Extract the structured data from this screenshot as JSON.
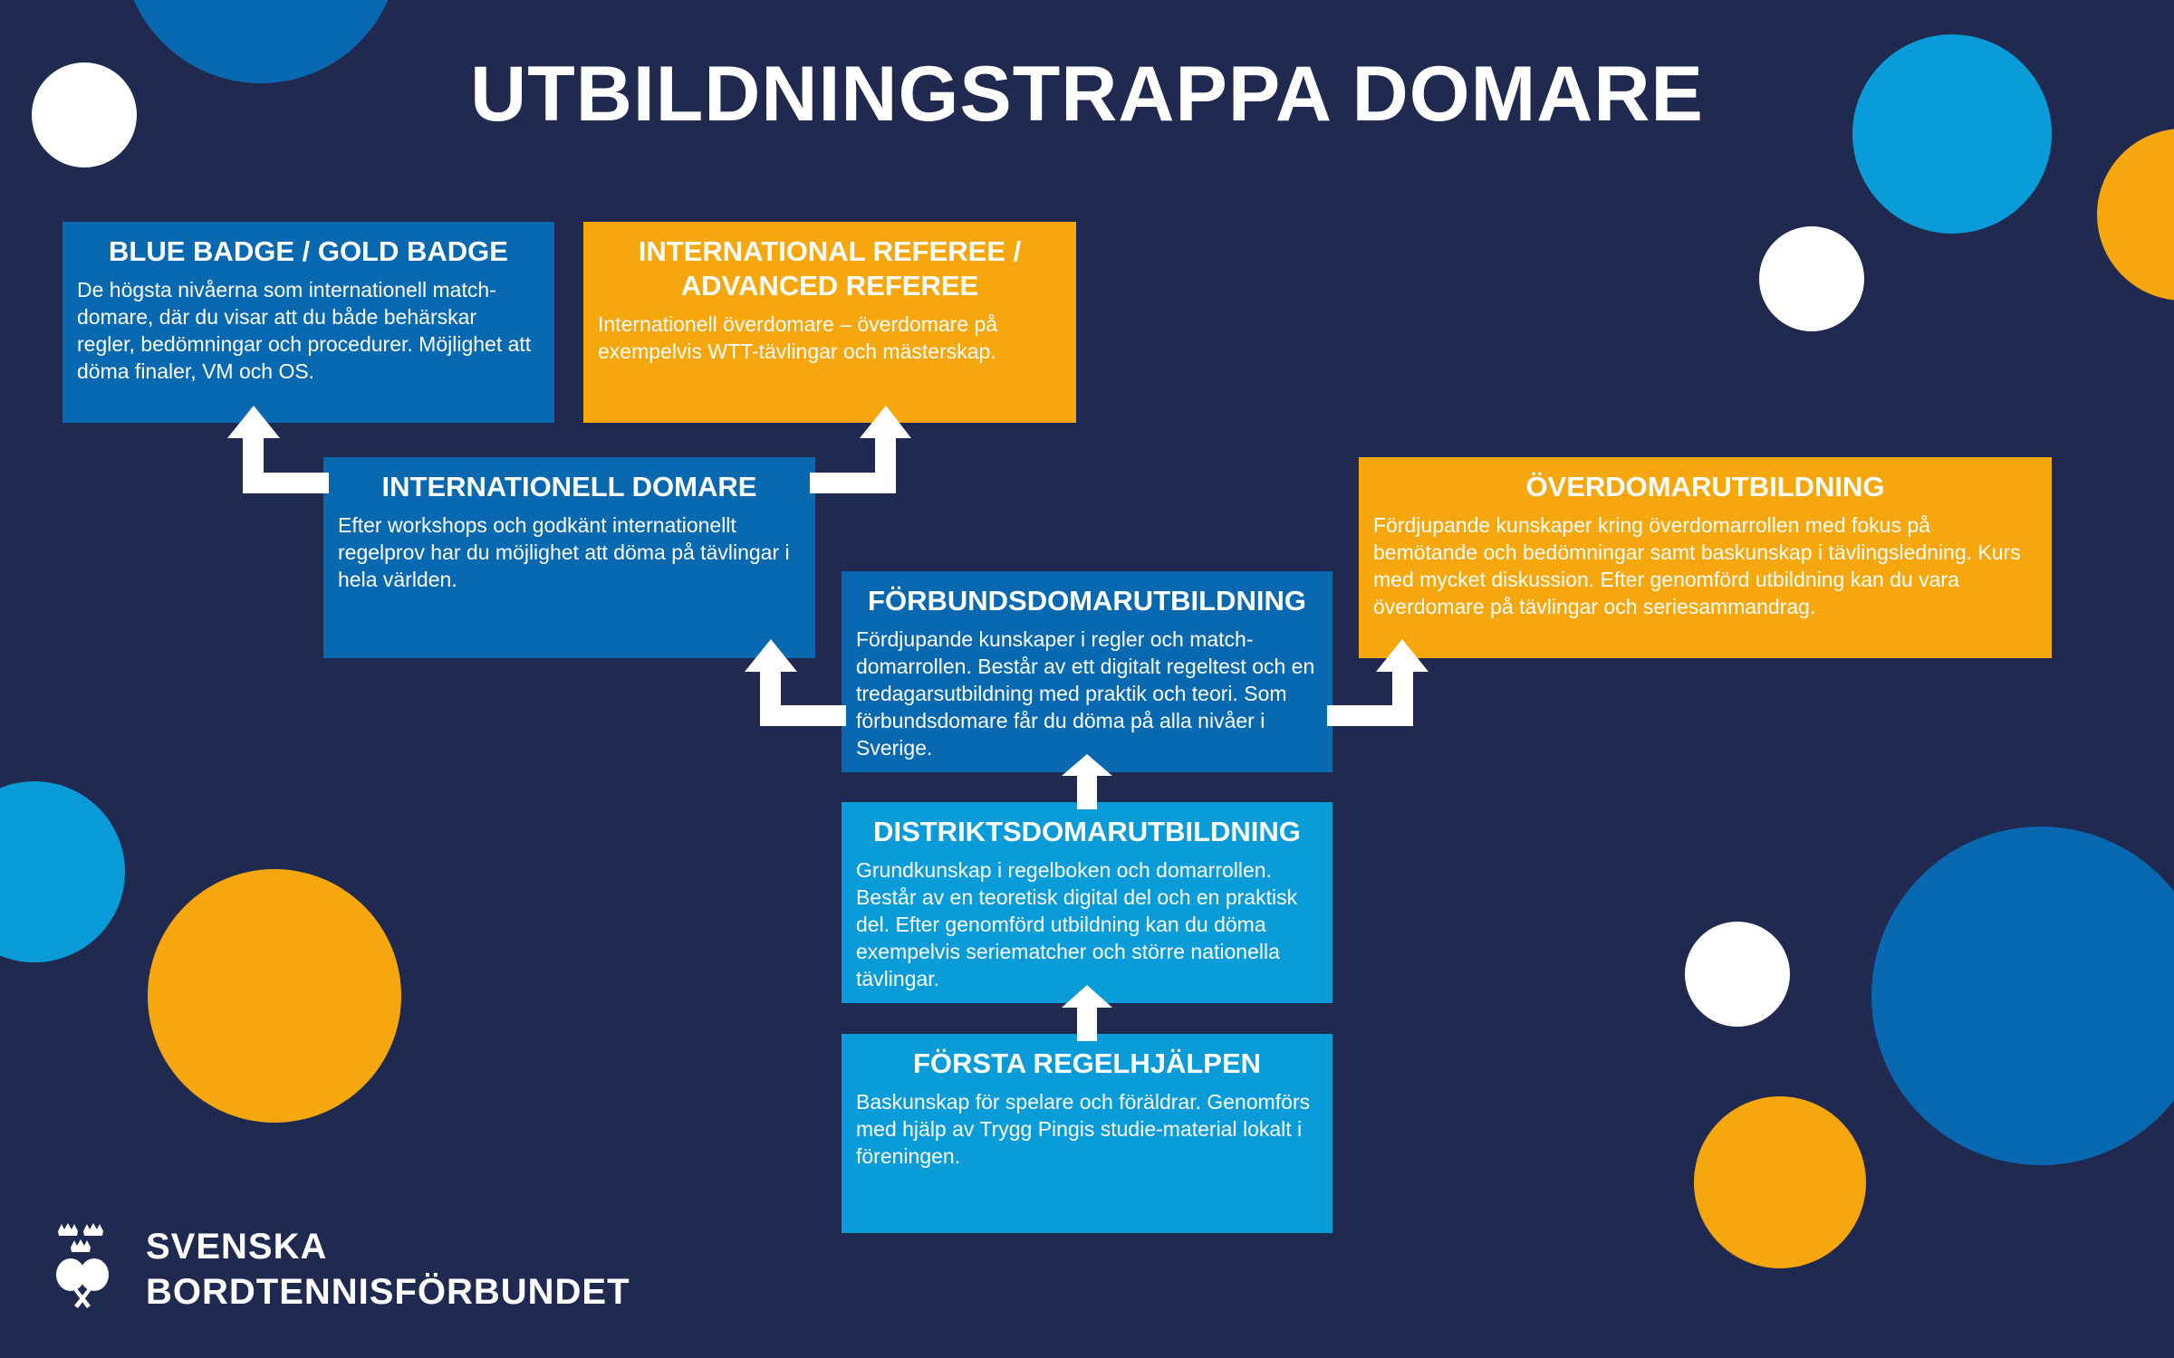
{
  "title": "UTBILDNINGSTRAPPA DOMARE",
  "colors": {
    "background": "#202a50",
    "blue": "#0868b0",
    "orange": "#f6a70d",
    "light_blue": "#0a9cd8",
    "white": "#ffffff"
  },
  "boxes": {
    "blue_badge": {
      "title": "BLUE BADGE / GOLD BADGE",
      "text": "De högsta nivåerna som internationell match-domare, där du visar att du både behärskar regler, bedömningar och procedurer. Möjlighet att döma finaler, VM och OS."
    },
    "international_referee": {
      "title": "INTERNATIONAL REFEREE / ADVANCED REFEREE",
      "text": "Internationell överdomare – överdomare på exempelvis WTT-tävlingar och mästerskap."
    },
    "internationell_domare": {
      "title": "INTERNATIONELL DOMARE",
      "text": "Efter workshops och godkänt internationellt regelprov har du möjlighet att döma på tävlingar i hela världen."
    },
    "overdomarutbildning": {
      "title": "ÖVERDOMARUTBILDNING",
      "text": "Fördjupande kunskaper kring överdomarrollen med fokus på bemötande och bedömningar samt baskunskap i tävlingsledning. Kurs med mycket diskussion. Efter genomförd utbildning kan du vara överdomare på tävlingar och seriesammandrag."
    },
    "forbundsdomarutbildning": {
      "title": "FÖRBUNDSDOMARUTBILDNING",
      "text": "Fördjupande kunskaper i regler och match-domarrollen. Består av ett digitalt regeltest och en tredagarsutbildning med praktik och teori. Som förbundsdomare får du döma på alla nivåer i Sverige."
    },
    "distriktsdomarutbildning": {
      "title": "DISTRIKTSDOMARUTBILDNING",
      "text": "Grundkunskap i regelboken och domarrollen. Består av en teoretisk digital del och en praktisk del. Efter genomförd utbildning kan du döma exempelvis seriematcher och större nationella tävlingar."
    },
    "forsta_regelhjalpen": {
      "title": "FÖRSTA REGELHJÄLPEN",
      "text": "Baskunskap för spelare och föräldrar. Genomförs med hjälp av Trygg Pingis studie-material lokalt i föreningen."
    }
  },
  "logo": {
    "line1": "SVENSKA",
    "line2": "BORDTENNISFÖRBUNDET",
    "icon": "three-crowns-crossed-paddles-icon"
  }
}
